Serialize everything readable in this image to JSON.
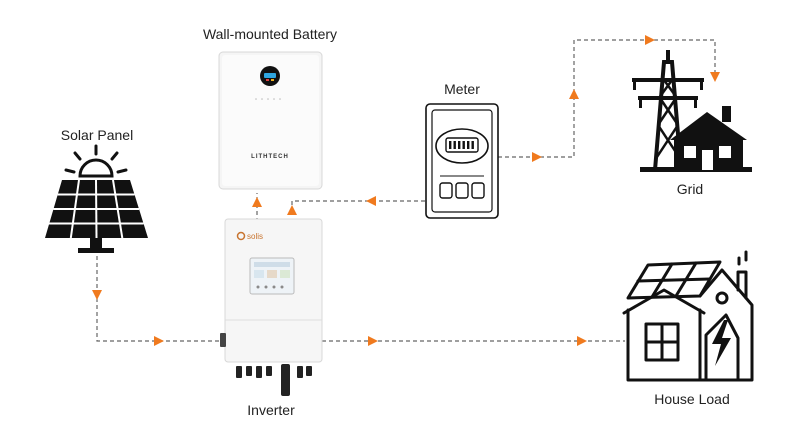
{
  "labels": {
    "battery": "Wall-mounted Battery",
    "solar": "Solar Panel",
    "meter": "Meter",
    "grid": "Grid",
    "inverter": "Inverter",
    "house": "House Load"
  },
  "brands": {
    "battery": "LITHTECH",
    "inverter": "solis"
  },
  "colors": {
    "arrow": "#f07a1e",
    "line": "#666666",
    "icon": "#111111"
  },
  "icons": {
    "solar": "solar-panel-icon",
    "grid": "transmission-tower-icon",
    "house": "smart-house-icon",
    "meter": "electric-meter-icon"
  }
}
